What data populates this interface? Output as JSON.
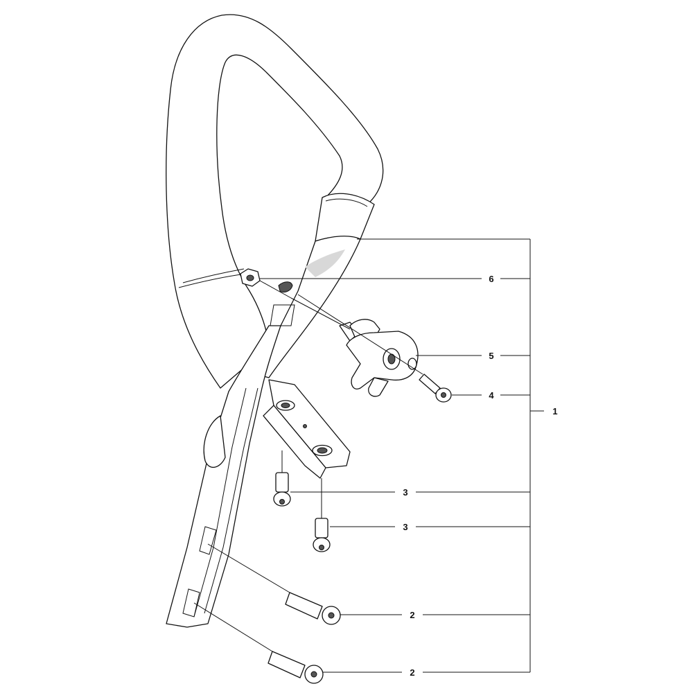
{
  "callouts": {
    "assembly": "1",
    "bolt_lower": "2",
    "bolt_lower_b": "2",
    "screw_mid": "3",
    "screw_mid_b": "3",
    "screw_knob": "4",
    "knob": "5",
    "nut": "6"
  }
}
